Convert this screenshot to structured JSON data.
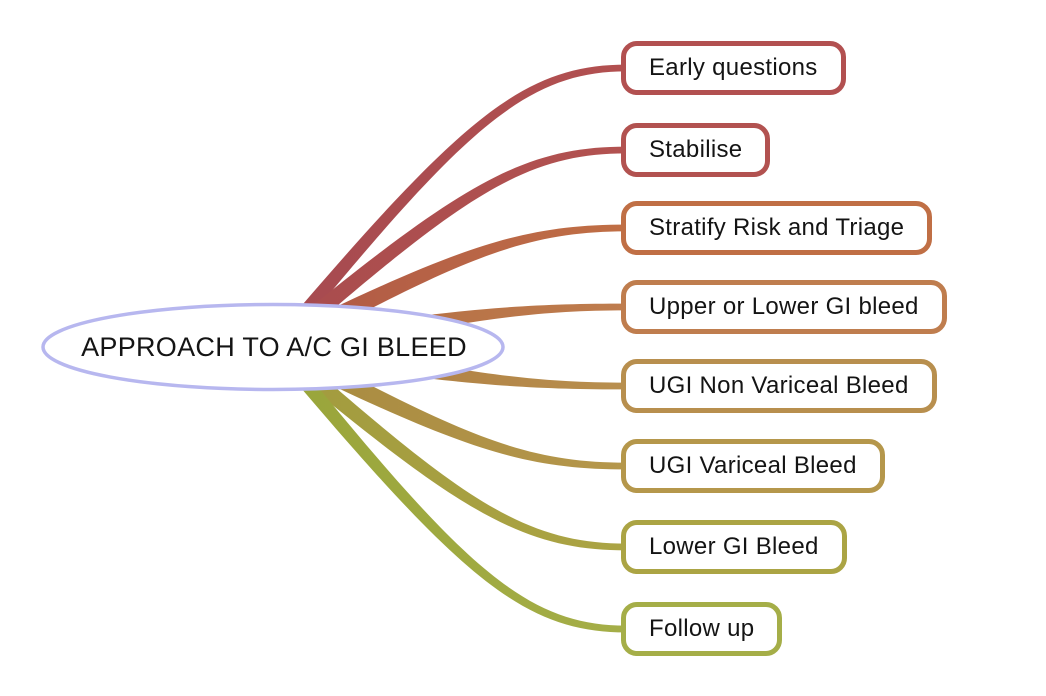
{
  "hub": {
    "label": "APPROACH TO A/C GI BLEED",
    "border_color": "#b7b7ef",
    "fill_color": "#ffffff"
  },
  "nodes": [
    {
      "label": "Early questions",
      "border_color": "#b25050",
      "branch_start_color": "#a64a50",
      "branch_end_color": "#b25050"
    },
    {
      "label": "Stabilise",
      "border_color": "#b25250",
      "branch_start_color": "#a94c4e",
      "branch_end_color": "#b25250"
    },
    {
      "label": "Stratify Risk and Triage",
      "border_color": "#c06f45",
      "branch_start_color": "#af5847",
      "branch_end_color": "#c06f45"
    },
    {
      "label": "Upper or Lower GI bleed",
      "border_color": "#bf7d4e",
      "branch_start_color": "#b16940",
      "branch_end_color": "#bf7d4e"
    },
    {
      "label": "UGI Non Variceal Bleed",
      "border_color": "#b88f4e",
      "branch_start_color": "#ad7a40",
      "branch_end_color": "#b88f4e"
    },
    {
      "label": "UGI Variceal Bleed",
      "border_color": "#b5974b",
      "branch_start_color": "#a88a40",
      "branch_end_color": "#b5974b"
    },
    {
      "label": "Lower GI Bleed",
      "border_color": "#aba444",
      "branch_start_color": "#a29b3e",
      "branch_end_color": "#aba444"
    },
    {
      "label": "Follow up",
      "border_color": "#a5ae48",
      "branch_start_color": "#99a53a",
      "branch_end_color": "#a5ae48"
    }
  ]
}
